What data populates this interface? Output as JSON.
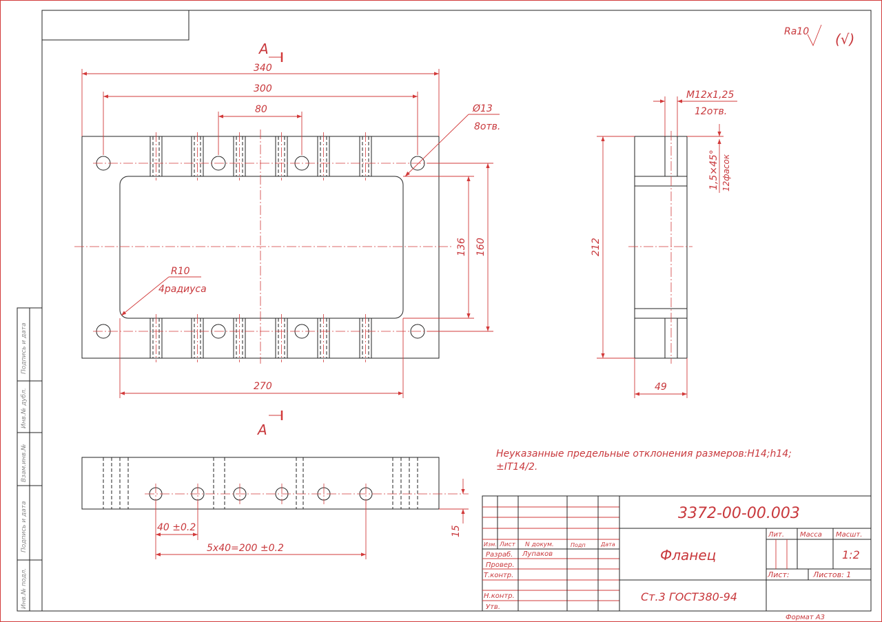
{
  "drawing": {
    "roughness": {
      "label": "Ra10",
      "other": "(√)"
    },
    "section_mark": "A",
    "front_view": {
      "dims": {
        "overall_width": "340",
        "hole_pitch_outer": "300",
        "hole_pitch_inner": "80",
        "window_width": "270",
        "window_height": "136",
        "hole_pitch_vertical": "160"
      },
      "hole_callout": {
        "size": "Ø13",
        "count": "8отв."
      },
      "radius_callout": {
        "size": "R10",
        "count": "4радиуса"
      }
    },
    "side_view": {
      "dims": {
        "height": "212",
        "thickness": "49"
      },
      "thread_callout": {
        "size": "M12x1,25",
        "count": "12отв."
      },
      "chamfer_callout": {
        "size": "1,5×45°",
        "count": "12фасок"
      }
    },
    "bottom_view": {
      "dims": {
        "pitch": "40 ±0.2",
        "total": "5x40=200 ±0.2",
        "offset": "15"
      }
    },
    "notes": {
      "line1": "Неуказанные предельные отклонения размеров:H14;h14;",
      "line2": "±IT14/2."
    }
  },
  "side_strip": [
    "Подпись и дата",
    "Инв.№ дубл.",
    "Взам.инв.№",
    "Подпись и дата",
    "Инв.№ подл."
  ],
  "title_block": {
    "designation": "3372-00-00.003",
    "name": "Фланец",
    "material": "Ст.3 ГОСТ380-94",
    "headers": {
      "izm": "Изм.",
      "list": "Лист",
      "doc": "N докум.",
      "sign": "Подп",
      "date": "Дата"
    },
    "roles": {
      "dev": "Разраб.",
      "check": "Провер.",
      "tcontrol": "Т.контр.",
      "ncontrol": "Н.контр.",
      "approve": "Утв."
    },
    "developer": "Лупаков",
    "lit_label": "Лит.",
    "mass_label": "Масса",
    "scale_label": "Масшт.",
    "scale": "1:2",
    "sheet_label": "Лист:",
    "sheets_label": "Листов: 1",
    "format": "Формат А3"
  }
}
